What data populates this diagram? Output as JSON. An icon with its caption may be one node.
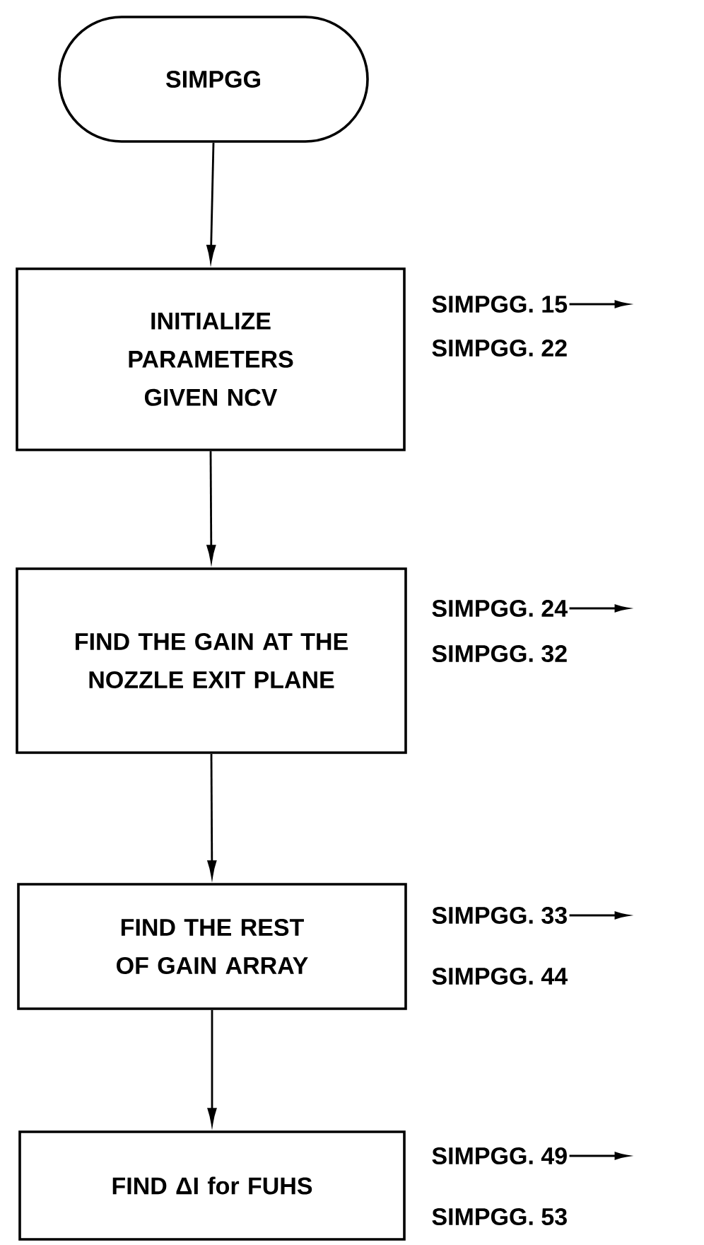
{
  "diagram": {
    "nodes": [
      {
        "text": [
          "SIMPGG"
        ]
      },
      {
        "text": [
          "INITIALIZE PARAMETERS GIVEN NCV"
        ],
        "beside": [
          "SIMPGG. 15",
          "SIMPGG. 22"
        ]
      },
      {
        "text": [
          "FIND THE GAIN AT THE NOZZLE EXIT PLANE"
        ],
        "beside": [
          "SIMPGG. 24",
          "SIMPGG. 32"
        ]
      },
      {
        "text": [
          "FIND THE REST OF GAIN ARRAY"
        ],
        "beside": [
          "SIMPGG. 33",
          "SIMPGG. 44"
        ]
      },
      {
        "text": [
          "FIND ΔI for FUHS"
        ],
        "beside": [
          "SIMPGG. 49",
          "SIMPGG. 53"
        ]
      }
    ],
    "edges": [
      {
        "from": 0,
        "to": 1,
        "arrow": "to"
      },
      {
        "from": 1,
        "to": 2,
        "arrow": "to"
      },
      {
        "from": 2,
        "to": 3,
        "arrow": "to"
      },
      {
        "from": 3,
        "to": 4,
        "arrow": "to"
      }
    ]
  }
}
